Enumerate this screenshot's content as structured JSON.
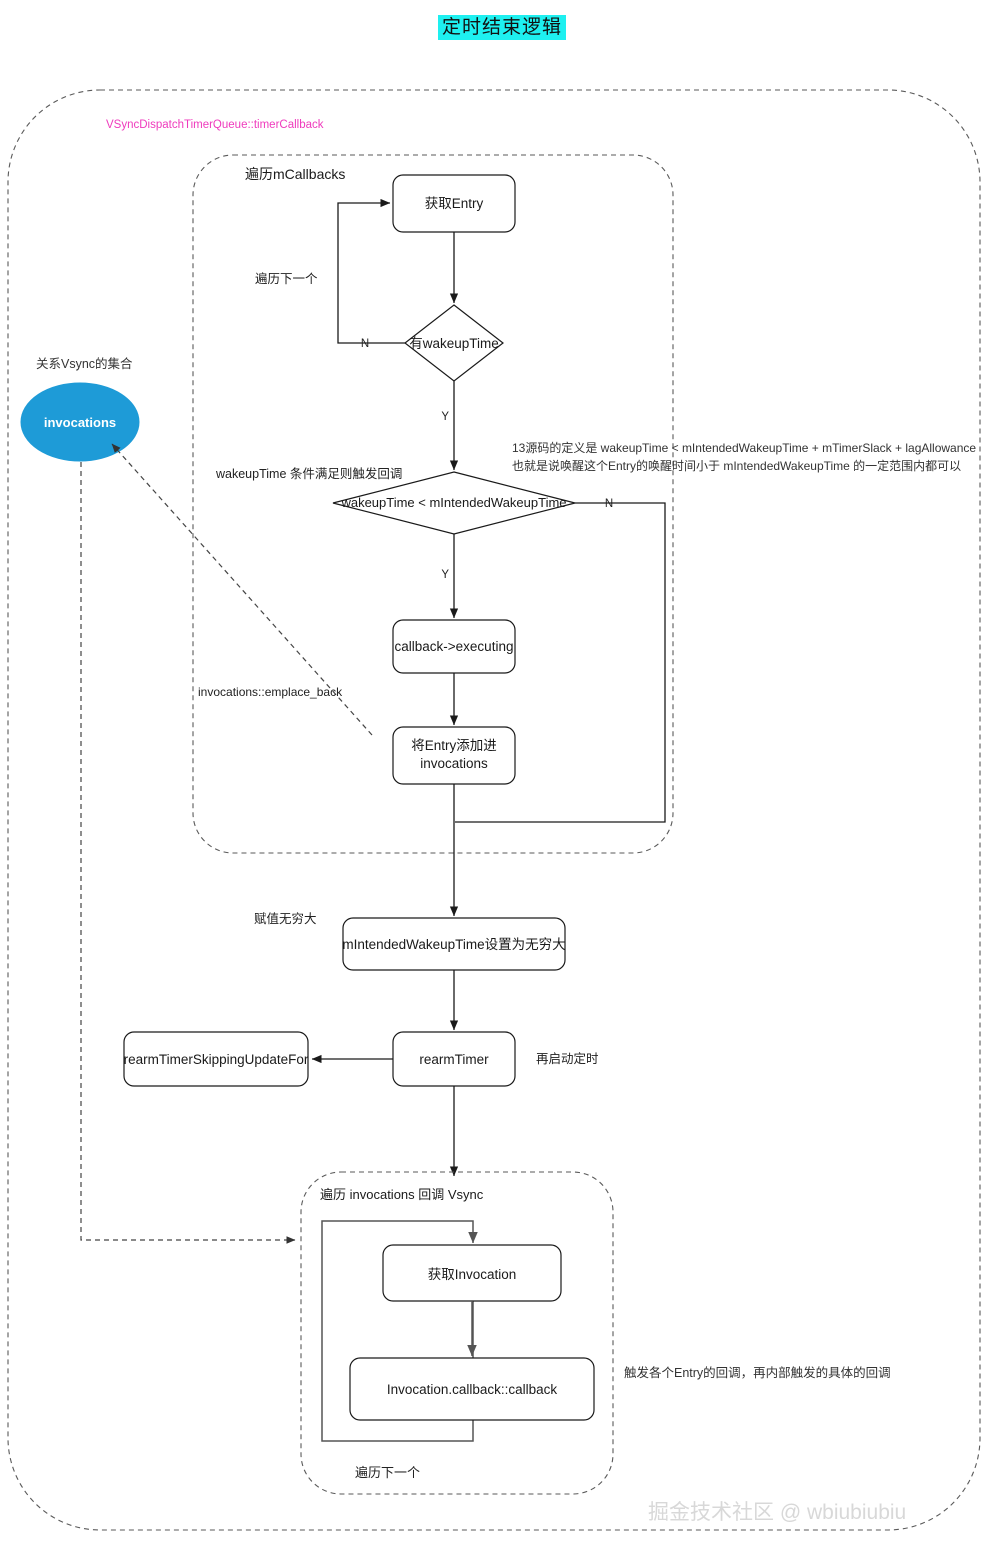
{
  "title": "定时结束逻辑",
  "watermark": "掘金技术社区 @ wbiubiubiu",
  "outer_group": {
    "label": "VSyncDispatchTimerQueue::timerCallback",
    "label_color": "#ef3bbd"
  },
  "collection": {
    "caption": "关系Vsync的集合",
    "ellipse_label": "invocations",
    "ellipse_color": "#1e9bd7"
  },
  "group_callbacks": {
    "label": "遍历mCallbacks"
  },
  "group_invocations": {
    "label_cn": "遍历",
    "label_en": "invocations 回调 Vsync",
    "label_full": "遍历 invocations 回调 Vsync",
    "loop_label": "遍历下一个"
  },
  "nodes": {
    "get_entry": "获取Entry",
    "has_wakeuptime": "有wakeupTime",
    "cmp_wakeuptime": "wakeupTime < mIntendedWakeupTime",
    "callback_executing": "callback->executing",
    "add_entry_line1": "将Entry添加进",
    "add_entry_line2": "invocations",
    "set_infinite": "mIntendedWakeupTime设置为无穷大",
    "rearm_timer": "rearmTimer",
    "rearm_skipping": "rearmTimerSkippingUpdateFor",
    "get_invocation": "获取Invocation",
    "invocation_callback": "Invocation.callback::callback"
  },
  "edge_labels": {
    "next_loop": "遍历下一个",
    "n1": "N",
    "y1": "Y",
    "n2": "N",
    "y2": "Y",
    "trigger_cond": "wakeupTime  条件满足则触发回调",
    "emplace_back": "invocations::emplace_back",
    "assign_infinite": "赋值无穷大",
    "restart_timer": "再启动定时"
  },
  "annotations": {
    "source_note_line1": "13源码的定义是 wakeupTime < mIntendedWakeupTime + mTimerSlack + lagAllowance",
    "source_note_line2": "也就是说唤醒这个Entry的唤醒时间小于  mIntendedWakeupTime  的一定范围内都可以",
    "trigger_note": "触发各个Entry的回调，再内部触发的具体的回调"
  }
}
